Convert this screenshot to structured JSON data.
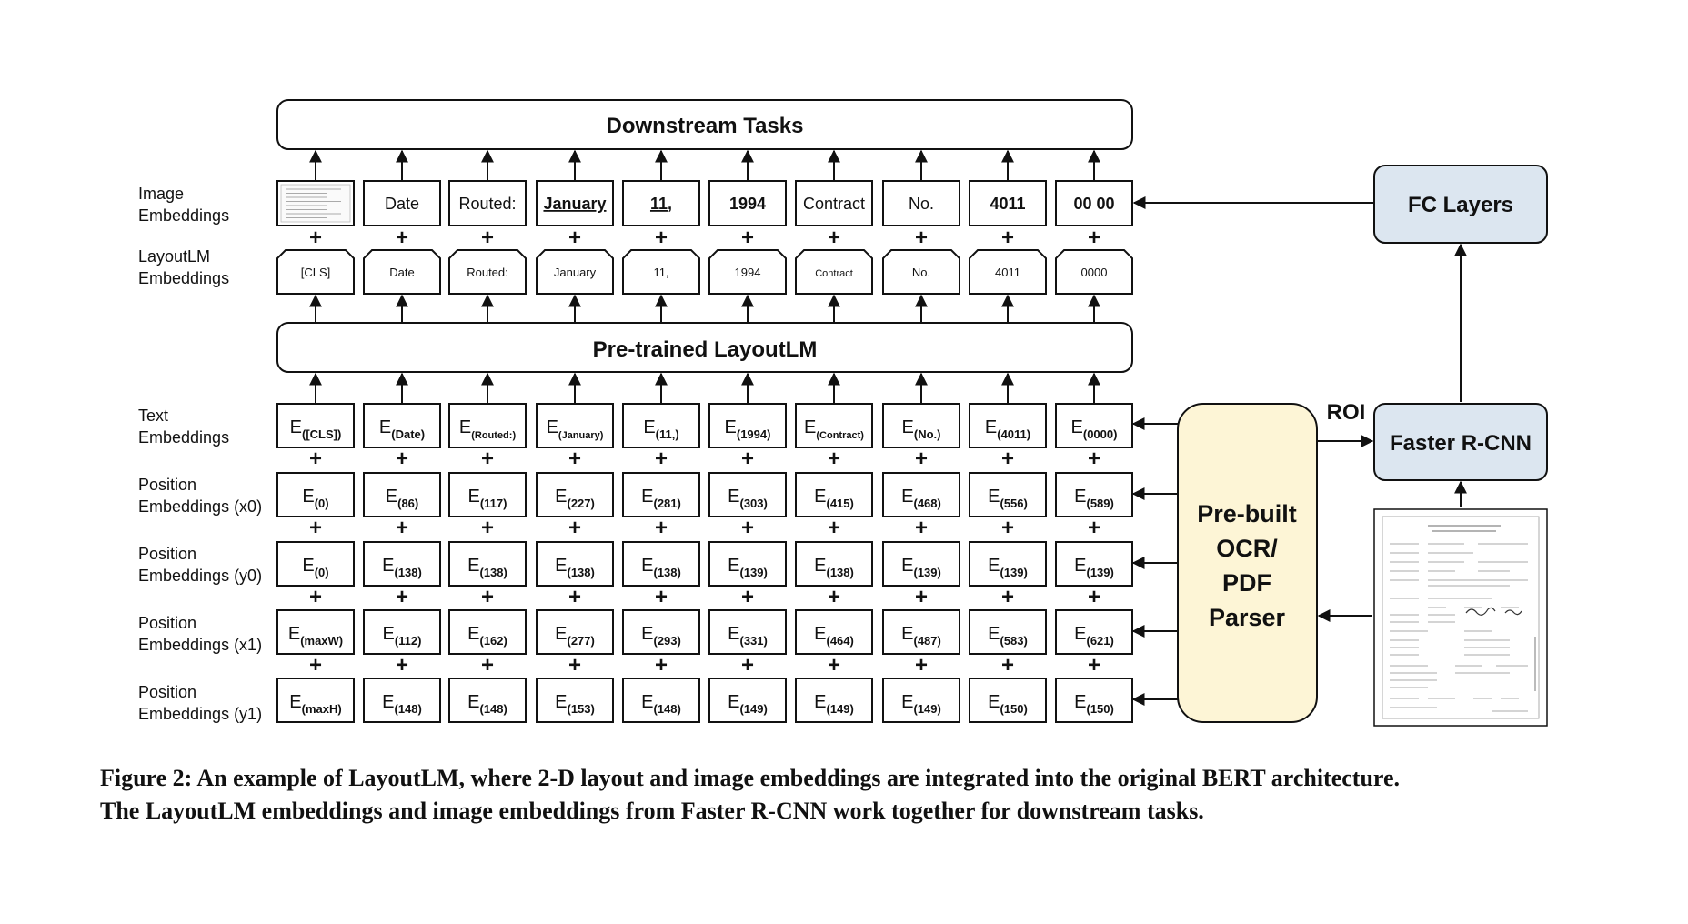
{
  "diagram": {
    "downstream_title": "Downstream Tasks",
    "pretrained_title": "Pre-trained LayoutLM",
    "fc_layers": "FC Layers",
    "faster_rcnn": "Faster R-CNN",
    "roi_label": "ROI",
    "parser_lines": [
      "Pre-built",
      "OCR/",
      "PDF",
      "Parser"
    ],
    "row_labels": {
      "image": [
        "Image",
        "Embeddings"
      ],
      "layoutlm": [
        "LayoutLM",
        "Embeddings"
      ],
      "text": [
        "Text",
        "Embeddings"
      ],
      "x0": [
        "Position",
        "Embeddings (x0)"
      ],
      "y0": [
        "Position",
        "Embeddings (y0)"
      ],
      "x1": [
        "Position",
        "Embeddings (x1)"
      ],
      "y1": [
        "Position",
        "Embeddings (y1)"
      ]
    },
    "image_tokens": [
      "",
      "Date",
      "Routed:",
      "January",
      "11,",
      "1994",
      "Contract",
      "No.",
      "4011",
      "00 00"
    ],
    "layoutlm_tokens": [
      "[CLS]",
      "Date",
      "Routed:",
      "January",
      "11,",
      "1994",
      "Contract",
      "No.",
      "4011",
      "0000"
    ],
    "text_subs": [
      "[CLS]",
      "Date",
      "Routed:",
      "January",
      "11,",
      "1994",
      "Contract",
      "No.",
      "4011",
      "0000"
    ],
    "x0_subs": [
      "0",
      "86",
      "117",
      "227",
      "281",
      "303",
      "415",
      "468",
      "556",
      "589"
    ],
    "y0_subs": [
      "0",
      "138",
      "138",
      "138",
      "138",
      "139",
      "138",
      "139",
      "139",
      "139"
    ],
    "x1_subs": [
      "maxW",
      "112",
      "162",
      "277",
      "293",
      "331",
      "464",
      "487",
      "583",
      "621"
    ],
    "y1_subs": [
      "maxH",
      "148",
      "148",
      "153",
      "148",
      "149",
      "149",
      "149",
      "150",
      "150"
    ],
    "embedding_letter": "E",
    "plus_sign": "+",
    "colors": {
      "fc_fill": "#dce6f0",
      "parser_fill": "#fdf5d6",
      "stroke": "#111111"
    }
  },
  "caption": {
    "line1": "Figure 2: An example of LayoutLM, where 2-D layout and image embeddings are integrated into the original BERT architecture.",
    "line2": "The LayoutLM embeddings and image embeddings from Faster R-CNN work together for downstream tasks."
  }
}
